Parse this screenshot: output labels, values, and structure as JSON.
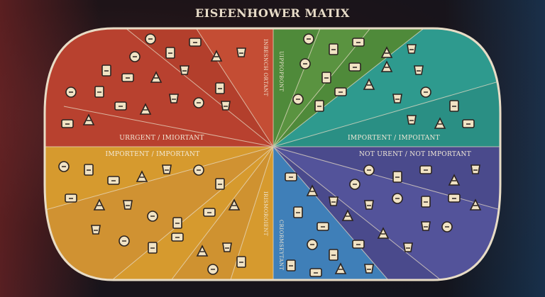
{
  "title": "EISEENHOWER MATIX",
  "quadrants": [
    {
      "label": "URRGENT / IMIORTANT",
      "color": "#b8412f"
    },
    {
      "label": "IMPORTENT / IMPOITANT",
      "color": "#4f8a3a"
    },
    {
      "label": "IMPORTENT / IMPORTANT",
      "color": "#d69a2e"
    },
    {
      "label": "NOT URENT / NOT IMPORTANT",
      "color": "#4a4a8c"
    }
  ],
  "spoke_labels": [
    "INBESNCH ORTANT",
    "UIPPIOPBONT",
    "IRISMOROIENT",
    "CRIORMSEYTANT"
  ],
  "colors": {
    "red": "#b8412f",
    "green": "#4f8a3a",
    "teal": "#2e9a8e",
    "mustard": "#d69a2e",
    "blue": "#3f7fb8",
    "indigo": "#4a4a8c",
    "border": "#e8dcc6",
    "icon_ink": "#2b2320",
    "icon_fill": "#f1e3c4"
  },
  "icons": [
    "scissors-icon",
    "bug-icon",
    "lightbulb-icon",
    "gear-icon",
    "computer-icon",
    "clipboard-icon",
    "magnifier-icon",
    "fork-knife-icon",
    "trophy-icon",
    "fruit-icon",
    "clock-icon",
    "calendar-icon",
    "frying-pan-icon",
    "chart-icon",
    "cup-icon",
    "coffee-icon",
    "globe-icon",
    "house-icon",
    "chair-icon",
    "pencil-icon"
  ]
}
